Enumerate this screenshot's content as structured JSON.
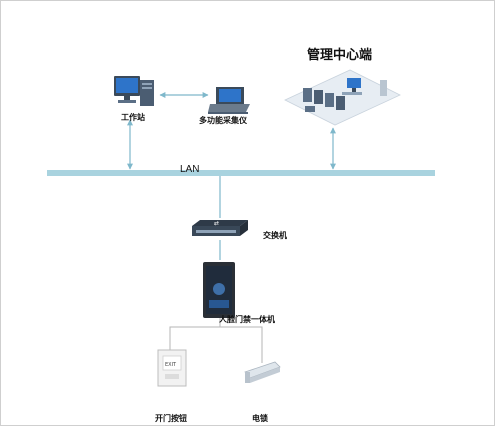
{
  "diagram": {
    "title": "管理中心端",
    "network_label": "LAN",
    "nodes": {
      "workstation": "工作站",
      "collector": "多功能采集仪",
      "switch": "交换机",
      "face_terminal": "人脸门禁一体机",
      "exit_button": "开门按钮",
      "lock": "电锁"
    },
    "exit_button_panel_text": "EXIT"
  },
  "colors": {
    "bus": "#a9d3df",
    "connector": "#7fb8cb",
    "wire": "#b5b5b5",
    "server_body": "#5b6f86",
    "screen": "#2e74c9"
  }
}
